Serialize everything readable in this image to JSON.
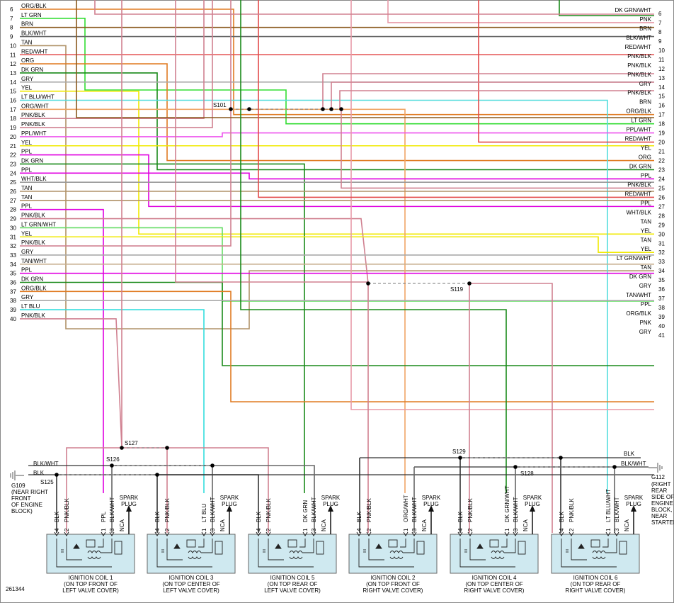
{
  "diagram_id": "261344",
  "left_pins": [
    {
      "n": "6",
      "label": "ORG/BLK",
      "color": "#e07b22"
    },
    {
      "n": "7",
      "label": "LT GRN",
      "color": "#33dd33"
    },
    {
      "n": "8",
      "label": "BRN",
      "color": "#8a5a1e"
    },
    {
      "n": "9",
      "label": "BLK/WHT",
      "color": "#666666"
    },
    {
      "n": "10",
      "label": "TAN",
      "color": "#b09268"
    },
    {
      "n": "11",
      "label": "RED/WHT",
      "color": "#e34a4a"
    },
    {
      "n": "12",
      "label": "ORG",
      "color": "#e07b22"
    },
    {
      "n": "13",
      "label": "DK GRN",
      "color": "#1a8a1a"
    },
    {
      "n": "14",
      "label": "GRY",
      "color": "#aaaaaa"
    },
    {
      "n": "15",
      "label": "YEL",
      "color": "#f0ea00"
    },
    {
      "n": "16",
      "label": "LT BLU/WHT",
      "color": "#55dddd"
    },
    {
      "n": "17",
      "label": "ORG/WHT",
      "color": "#f0a566"
    },
    {
      "n": "18",
      "label": "PNK/BLK",
      "color": "#d08090"
    },
    {
      "n": "19",
      "label": "PNK/BLK",
      "color": "#d08090"
    },
    {
      "n": "20",
      "label": "PPL/WHT",
      "color": "#ee55ee"
    },
    {
      "n": "21",
      "label": "YEL",
      "color": "#f0ea00"
    },
    {
      "n": "22",
      "label": "PPL",
      "color": "#e000e0"
    },
    {
      "n": "23",
      "label": "DK GRN",
      "color": "#1a8a1a"
    },
    {
      "n": "24",
      "label": "PPL",
      "color": "#e000e0"
    },
    {
      "n": "25",
      "label": "WHT/BLK",
      "color": "#999999"
    },
    {
      "n": "26",
      "label": "TAN",
      "color": "#b09268"
    },
    {
      "n": "27",
      "label": "TAN",
      "color": "#b09268"
    },
    {
      "n": "28",
      "label": "PPL",
      "color": "#e000e0"
    },
    {
      "n": "29",
      "label": "PNK/BLK",
      "color": "#d08090"
    },
    {
      "n": "30",
      "label": "LT GRN/WHT",
      "color": "#66dd66"
    },
    {
      "n": "31",
      "label": "YEL",
      "color": "#f0ea00"
    },
    {
      "n": "32",
      "label": "PNK/BLK",
      "color": "#d08090"
    },
    {
      "n": "33",
      "label": "GRY",
      "color": "#aaaaaa"
    },
    {
      "n": "34",
      "label": "TAN/WHT",
      "color": "#c8b090"
    },
    {
      "n": "35",
      "label": "PPL",
      "color": "#e000e0"
    },
    {
      "n": "36",
      "label": "DK GRN",
      "color": "#1a8a1a"
    },
    {
      "n": "37",
      "label": "ORG/BLK",
      "color": "#e07b22"
    },
    {
      "n": "38",
      "label": "GRY",
      "color": "#aaaaaa"
    },
    {
      "n": "39",
      "label": "LT BLU",
      "color": "#33dddd"
    },
    {
      "n": "40",
      "label": "PNK/BLK",
      "color": "#d08090"
    }
  ],
  "right_pins": [
    {
      "n": "6",
      "label": "DK GRN/WHT",
      "color": "#1a8a1a"
    },
    {
      "n": "7",
      "label": "PNK",
      "color": "#e89aa8"
    },
    {
      "n": "8",
      "label": "BRN",
      "color": "#8a5a1e"
    },
    {
      "n": "9",
      "label": "BLK/WHT",
      "color": "#666666"
    },
    {
      "n": "10",
      "label": "RED/WHT",
      "color": "#e34a4a"
    },
    {
      "n": "11",
      "label": "PNK/BLK",
      "color": "#d08090"
    },
    {
      "n": "12",
      "label": "PNK/BLK",
      "color": "#d08090"
    },
    {
      "n": "13",
      "label": "PNK/BLK",
      "color": "#d08090"
    },
    {
      "n": "14",
      "label": "GRY",
      "color": "#aaaaaa"
    },
    {
      "n": "15",
      "label": "PNK/BLK",
      "color": "#d08090"
    },
    {
      "n": "16",
      "label": "BRN",
      "color": "#8a5a1e"
    },
    {
      "n": "17",
      "label": "ORG/BLK",
      "color": "#e07b22"
    },
    {
      "n": "18",
      "label": "LT GRN",
      "color": "#33dd33"
    },
    {
      "n": "19",
      "label": "PPL/WHT",
      "color": "#ee55ee"
    },
    {
      "n": "20",
      "label": "RED/WHT",
      "color": "#e34a4a"
    },
    {
      "n": "21",
      "label": "YEL",
      "color": "#f0ea00"
    },
    {
      "n": "22",
      "label": "ORG",
      "color": "#e07b22"
    },
    {
      "n": "23",
      "label": "DK GRN",
      "color": "#1a8a1a"
    },
    {
      "n": "24",
      "label": "PPL",
      "color": "#e000e0"
    },
    {
      "n": "25",
      "label": "PNK/BLK",
      "color": "#d08090"
    },
    {
      "n": "26",
      "label": "RED/WHT",
      "color": "#e34a4a"
    },
    {
      "n": "27",
      "label": "PPL",
      "color": "#e000e0"
    },
    {
      "n": "28",
      "label": "WHT/BLK",
      "color": "#999999"
    },
    {
      "n": "29",
      "label": "TAN",
      "color": "#b09268"
    },
    {
      "n": "30",
      "label": "YEL",
      "color": "#f0ea00"
    },
    {
      "n": "31",
      "label": "TAN",
      "color": "#b09268"
    },
    {
      "n": "32",
      "label": "YEL",
      "color": "#f0ea00"
    },
    {
      "n": "33",
      "label": "LT GRN/WHT",
      "color": "#66dd66"
    },
    {
      "n": "34",
      "label": "TAN",
      "color": "#b09268"
    },
    {
      "n": "35",
      "label": "DK GRN",
      "color": "#1a8a1a"
    },
    {
      "n": "36",
      "label": "GRY",
      "color": "#aaaaaa"
    },
    {
      "n": "37",
      "label": "TAN/WHT",
      "color": "#c8b090"
    },
    {
      "n": "38",
      "label": "PPL",
      "color": "#e000e0"
    },
    {
      "n": "39",
      "label": "ORG/BLK",
      "color": "#e07b22"
    },
    {
      "n": "40",
      "label": "PNK",
      "color": "#e89aa8"
    },
    {
      "n": "41",
      "label": "GRY",
      "color": "#aaaaaa"
    }
  ],
  "splices": {
    "s101": "S101",
    "s119": "S119",
    "s125": "S125",
    "s126": "S126",
    "s127": "S127",
    "s128": "S128",
    "s129": "S129"
  },
  "wires": {
    "blk": "BLK",
    "blk_wht": "BLK/WHT",
    "pnk_blk": "PNK/BLK",
    "ppl": "PPL",
    "lt_blu": "LT BLU",
    "dk_grn": "DK GRN",
    "org_wht": "ORG/WHT",
    "dk_grn_wht": "DK GRN/WHT",
    "lt_blu_wht": "LT BLU/WHT",
    "nca": "NCA",
    "spark1": "SPARK",
    "spark2": "PLUG"
  },
  "grounds": {
    "g109": [
      "G109",
      "(NEAR RIGHT",
      "FRONT",
      "OF ENGINE",
      "BLOCK)"
    ],
    "g112": [
      "G112",
      "(RIGHT",
      "REAR",
      "SIDE OF",
      "ENGINE",
      "BLOCK,",
      "NEAR",
      "STARTER)"
    ]
  },
  "coils": [
    {
      "title": "IGNITION COIL 1",
      "l2": "(ON TOP FRONT OF",
      "l3": "LEFT VALVE COVER)",
      "pin4": "BLK",
      "pin2": "PNK/BLK",
      "pin1": "PPL",
      "pin3": "BLK/WHT"
    },
    {
      "title": "IGNITION COIL 3",
      "l2": "(ON TOP CENTER OF",
      "l3": "LEFT VALVE COVER)",
      "pin4": "BLK",
      "pin2": "PNK/BLK",
      "pin1": "LT BLU",
      "pin3": "BLK/WHT"
    },
    {
      "title": "IGNITION COIL 5",
      "l2": "(ON TOP REAR OF",
      "l3": "LEFT VALVE COVER)",
      "pin4": "BLK",
      "pin2": "PNK/BLK",
      "pin1": "DK GRN",
      "pin3": "BLK/WHT"
    },
    {
      "title": "IGNITION COIL 2",
      "l2": "(ON TOP FRONT OF",
      "l3": "RIGHT VALVE COVER)",
      "pin4": "BLK",
      "pin2": "PNK/BLK",
      "pin1": "ORG/WHT",
      "pin3": "BLK/WHT"
    },
    {
      "title": "IGNITION COIL 4",
      "l2": "(ON TOP CENTER OF",
      "l3": "RIGHT VALVE COVER)",
      "pin4": "BLK",
      "pin2": "PNK/BLK",
      "pin1": "DK GRN/WHT",
      "pin3": "BLK/WHT"
    },
    {
      "title": "IGNITION COIL 6",
      "l2": "(ON TOP REAR OF",
      "l3": "RIGHT VALVE COVER)",
      "pin4": "BLK",
      "pin2": "PNK/BLK",
      "pin1": "LT BLU/WHT",
      "pin3": "BLK/WHT"
    }
  ]
}
